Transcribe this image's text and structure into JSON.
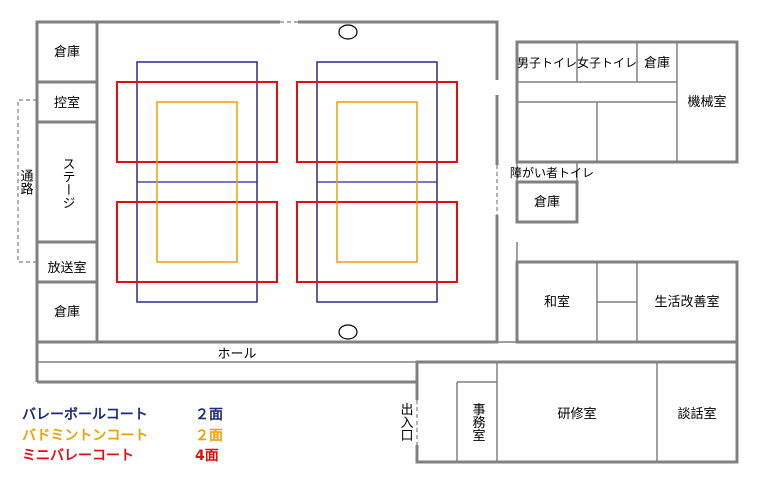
{
  "rooms": {
    "storage_top_left": "倉庫",
    "waiting_room": "控室",
    "stage": "ステージ",
    "broadcast_room": "放送室",
    "storage_bottom_left": "倉庫",
    "passage": "通路",
    "hall": "ホール",
    "mens_toilet": "男子トイレ",
    "womens_toilet": "女子トイレ",
    "storage_top_right": "倉庫",
    "machine_room": "機械室",
    "accessible_toilet": "障がい者トイレ",
    "storage_mid_right": "倉庫",
    "japanese_room": "和室",
    "life_improvement_room": "生活改善室",
    "entrance": "出入口",
    "office": "事務室",
    "training_room": "研修室",
    "meeting_room": "談話室"
  },
  "legend": [
    {
      "label": "バレーボールコート",
      "count": "２面",
      "color": "#1f2a7a"
    },
    {
      "label": "バドミントンコート",
      "count": "２面",
      "color": "#f0a000"
    },
    {
      "label": "ミニバレーコート",
      "count": "4面",
      "color": "#e01010"
    }
  ],
  "court_colors": {
    "volleyball": "#2a2a8a",
    "badminton": "#f0a000",
    "mini_volleyball": "#e01010"
  }
}
